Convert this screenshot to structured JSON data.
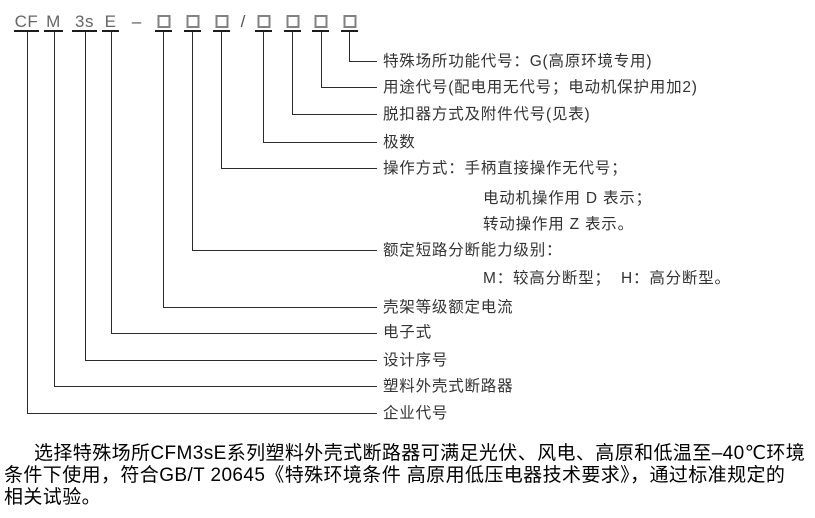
{
  "code": {
    "parts": [
      {
        "text": "CF"
      },
      {
        "text": "M"
      },
      {
        "text": "3s"
      },
      {
        "text": "E"
      },
      {
        "text": "–"
      },
      {
        "text": "/"
      }
    ]
  },
  "labels": {
    "special_function": "特殊场所功能代号：G(高原环境专用)",
    "usage_code": "用途代号(配电用无代号；电动机保护用加2)",
    "release_type": "脱扣器方式及附件代号(见表)",
    "poles": "极数",
    "operation_mode": "操作方式：手柄直接操作无代号；",
    "operation_mode_line2": "电动机操作用 D 表示；",
    "operation_mode_line3": "转动操作用 Z 表示。",
    "breaking_capacity": "额定短路分断能力级别：",
    "breaking_capacity_line2": "M：较高分断型；  H：高分断型。",
    "frame_current": "壳架等级额定电流",
    "electronic": "电子式",
    "design_serial": "设计序号",
    "mccb": "塑料外壳式断路器",
    "company_code": "企业代号"
  },
  "paragraph": {
    "line1": "选择特殊场所CFM3sE系列塑料外壳式断路器可满足光伏、风电、高原和低温至–40℃环境",
    "line2": "条件下使用，符合GB/T 20645《特殊环境条件 高原用低压电器技术要求》，通过标准规定的",
    "line3": "相关试验。"
  }
}
